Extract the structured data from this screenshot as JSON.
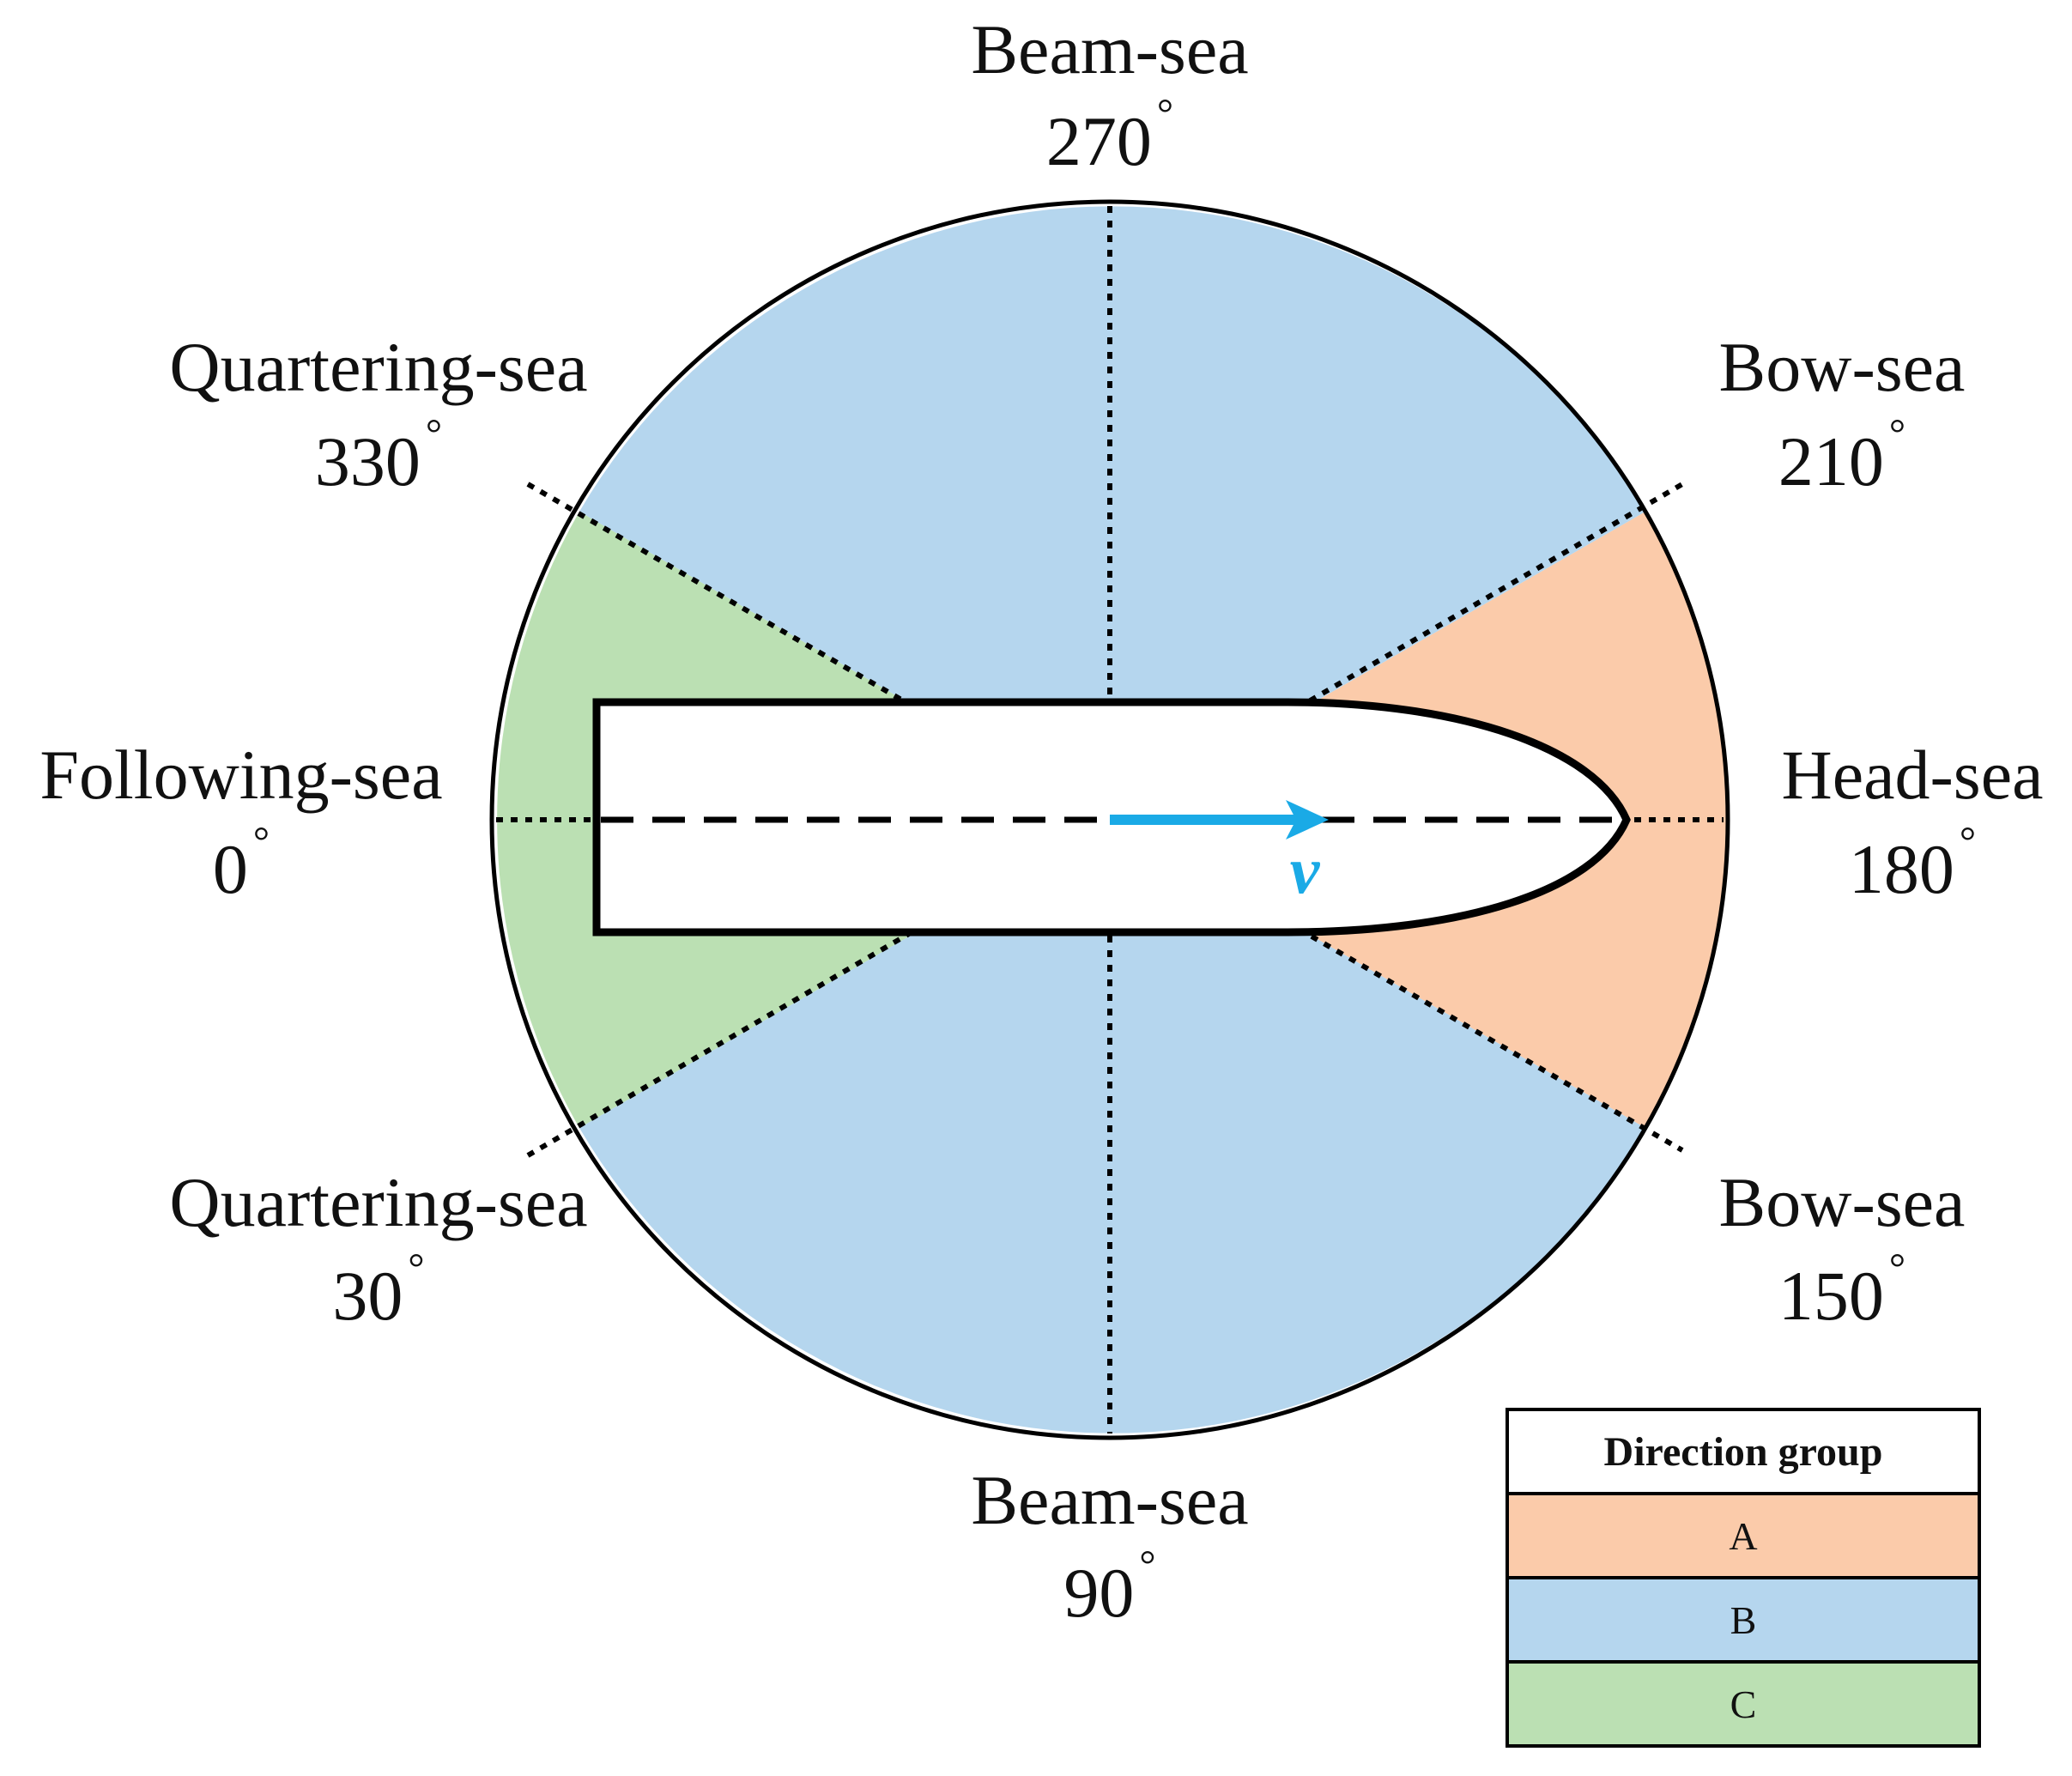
{
  "colors": {
    "group_a": "#FBCBAA",
    "group_b": "#B5D6EE",
    "group_c": "#BBE0B3",
    "velocity": "#1AAAE6"
  },
  "directions": [
    {
      "key": "beam_top",
      "name": "Beam-sea",
      "angle": "270"
    },
    {
      "key": "bow_top",
      "name": "Bow-sea",
      "angle": "210"
    },
    {
      "key": "head",
      "name": "Head-sea",
      "angle": "180"
    },
    {
      "key": "bow_bottom",
      "name": "Bow-sea",
      "angle": "150"
    },
    {
      "key": "beam_bottom",
      "name": "Beam-sea",
      "angle": "90"
    },
    {
      "key": "quartering_bottom",
      "name": "Quartering-sea",
      "angle": "30"
    },
    {
      "key": "following",
      "name": "Following-sea",
      "angle": "0"
    },
    {
      "key": "quartering_top",
      "name": "Quartering-sea",
      "angle": "330"
    }
  ],
  "degree_symbol": "°",
  "velocity_label": "v",
  "legend": {
    "title": "Direction group",
    "items": [
      {
        "label": "A",
        "color": "#FBCBAA"
      },
      {
        "label": "B",
        "color": "#B5D6EE"
      },
      {
        "label": "C",
        "color": "#BBE0B3"
      }
    ]
  }
}
